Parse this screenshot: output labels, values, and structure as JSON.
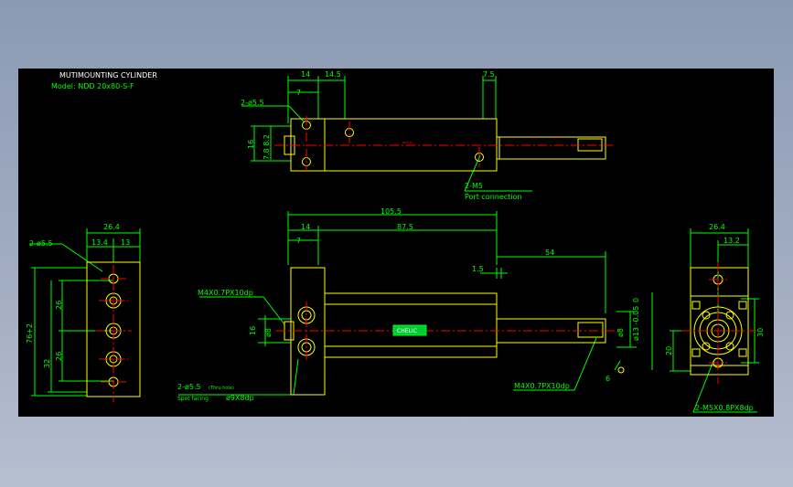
{
  "drawing": {
    "title": "MUTIMOUNTING CYLINDER",
    "model": "Model: NDD 20x80-S-F"
  },
  "colors": {
    "background": "#000000",
    "outline": "#ffff00",
    "dimension": "#00ff00",
    "centerline": "#ff0000",
    "title": "#ffffff",
    "page_gradient": "#9aa7bd"
  },
  "top_view": {
    "dim_14": "14",
    "dim_14_5": "14.5",
    "dim_7": "7",
    "dim_7_5": "7.5",
    "dim_16": "16",
    "dim_7_8_8_2": "7.8 8.2",
    "hole_callout": "2-ø5.5",
    "port_callout": "2-M5",
    "port_note": "Port connection",
    "center_tag": "NDD M"
  },
  "front_view": {
    "dim_105_5": "105.5",
    "dim_14": "14",
    "dim_87_5": "87.5",
    "dim_7": "7",
    "dim_54": "54",
    "dim_1_5": "1.5",
    "dim_16": "16",
    "dim_dia8_left": "ø8",
    "dim_dia8_right": "ø8",
    "dim_dia13": "ø13 -0.05",
    "dim_tol_zero": "0",
    "dim_6": "6",
    "thread_left": "M4X0.7PX10dp",
    "thread_right": "M4X0.7PX10dp",
    "hole_callout": "2-ø5.5",
    "hole_note": "(Thru-hole)",
    "spot_label": "Spot facing",
    "spot_dim": "ø9X8dp",
    "brand_label": "CHELIC"
  },
  "left_view": {
    "dim_26_4": "26.4",
    "dim_13_4": "13.4",
    "dim_13": "13",
    "hole_callout": "2-ø5.5",
    "dim_26_top": "26",
    "dim_26_bottom": "26",
    "dim_32": "32",
    "dim_76": "76+2"
  },
  "right_view": {
    "dim_26_4": "26.4",
    "dim_13_2": "13.2",
    "dim_30": "30",
    "dim_20": "20",
    "thread_callout": "2-M5X0.8PX8dp"
  }
}
